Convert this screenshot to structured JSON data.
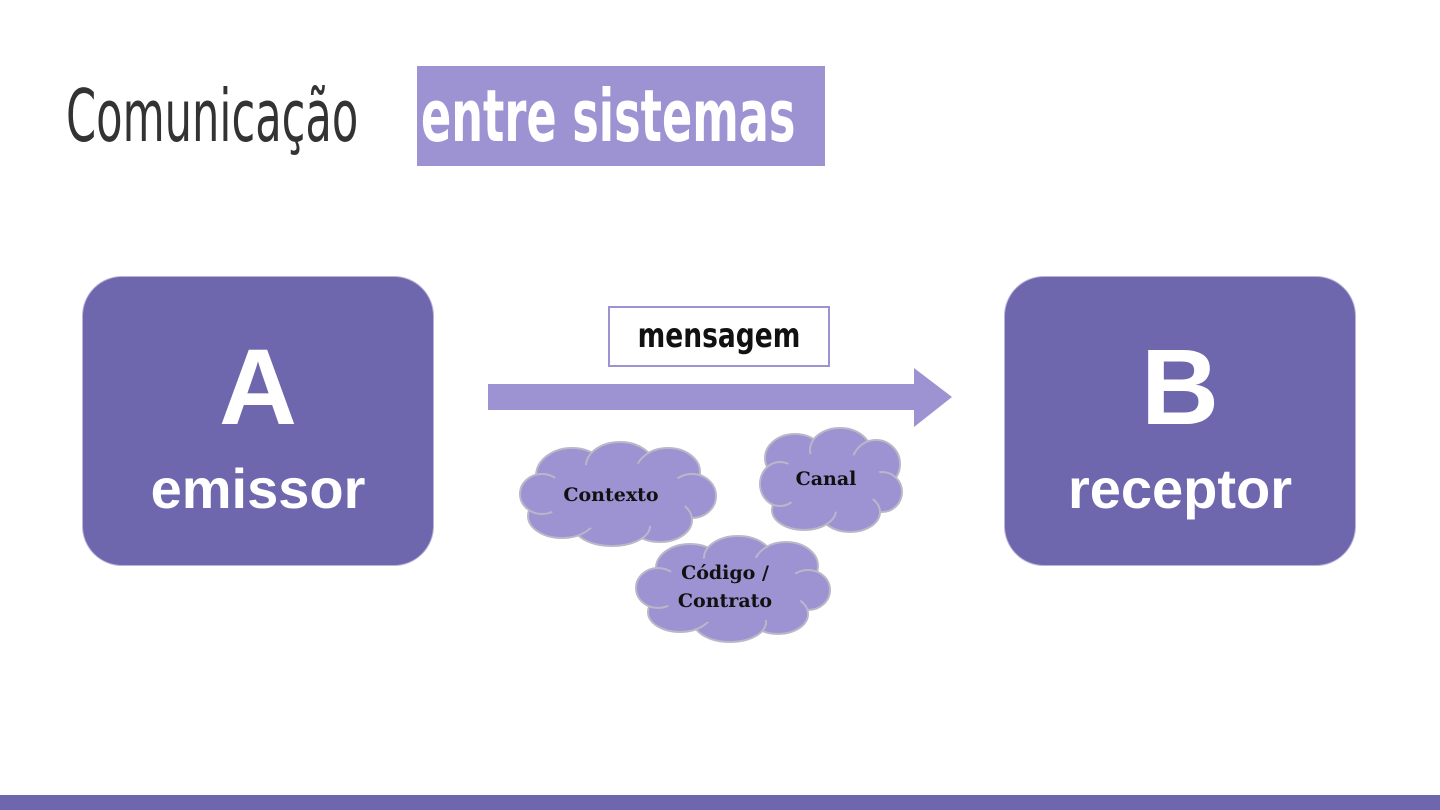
{
  "title": {
    "plain": "Comunicação",
    "highlight": "entre sistemas"
  },
  "sender": {
    "letter": "A",
    "role": "emissor"
  },
  "receiver": {
    "letter": "B",
    "role": "receptor"
  },
  "message": "mensagem",
  "clouds": {
    "context": "Contexto",
    "channel": "Canal",
    "code_line1": "Código /",
    "code_line2": "Contrato"
  },
  "colors": {
    "node": "#6e67ad",
    "accent": "#9d92d2",
    "cloud_fill": "#9d92d2",
    "cloud_stroke": "#b8b8c8",
    "footer": "#6e67ad"
  }
}
